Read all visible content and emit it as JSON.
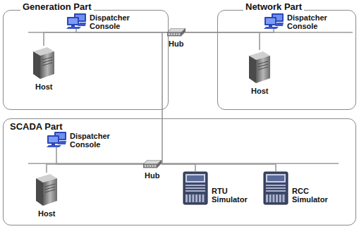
{
  "diagram": {
    "nodes": [
      {
        "text": [
          "Generation Part"
        ]
      },
      {
        "text": [
          "Dispatcher Console"
        ],
        "in": 0
      },
      {
        "text": [
          "Host"
        ],
        "in": 0
      },
      {
        "text": [
          "Network Part"
        ]
      },
      {
        "text": [
          "Dispatcher Console"
        ],
        "in": 3
      },
      {
        "text": [
          "Host"
        ],
        "in": 3
      },
      {
        "text": [
          "Hub"
        ]
      },
      {
        "text": [
          "SCADA Part"
        ]
      },
      {
        "text": [
          "Dispatcher Console"
        ],
        "in": 7
      },
      {
        "text": [
          "Hub"
        ],
        "in": 7
      },
      {
        "text": [
          "Host"
        ],
        "in": 7
      },
      {
        "text": [
          "RTU Simulator"
        ],
        "in": 7
      },
      {
        "text": [
          "RCC Simulator"
        ],
        "in": 7
      }
    ],
    "edges": [
      {
        "from": 6,
        "to": 1,
        "arrow": "none"
      },
      {
        "from": 6,
        "to": 2,
        "arrow": "none"
      },
      {
        "from": 6,
        "to": 4,
        "arrow": "none"
      },
      {
        "from": 6,
        "to": 5,
        "arrow": "none"
      },
      {
        "from": 6,
        "to": 9,
        "arrow": "none"
      },
      {
        "from": 9,
        "to": 8,
        "arrow": "none"
      },
      {
        "from": 9,
        "to": 10,
        "arrow": "none"
      },
      {
        "from": 9,
        "to": 11,
        "arrow": "none"
      },
      {
        "from": 9,
        "to": 12,
        "arrow": "none"
      }
    ]
  }
}
